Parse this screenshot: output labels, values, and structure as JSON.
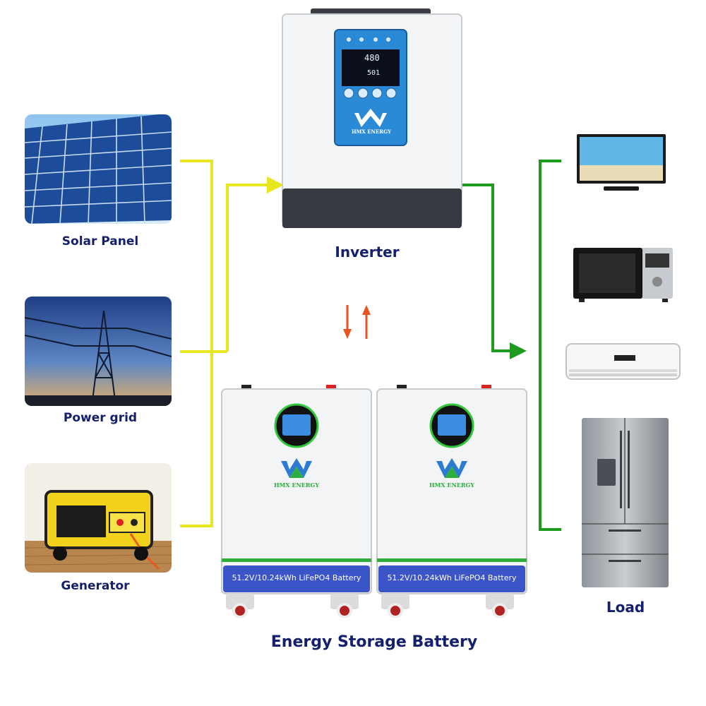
{
  "sources": [
    {
      "label": "Solar Panel"
    },
    {
      "label": "Power grid"
    },
    {
      "label": "Generator"
    }
  ],
  "inverter": {
    "label": "Inverter",
    "brand": "HMX ENERGY",
    "display_reading": "480",
    "display_reading2": "501"
  },
  "batteries": {
    "label": "Energy Storage Battery",
    "units": [
      {
        "brand": "HMX ENERGY",
        "spec": "51.2V/10.24kWh LiFePO4 Battery"
      },
      {
        "brand": "HMX ENERGY",
        "spec": "51.2V/10.24kWh LiFePO4 Battery"
      }
    ]
  },
  "loads": {
    "label": "Load",
    "items": [
      "tv-icon",
      "microwave-icon",
      "air-conditioner-icon",
      "refrigerator-icon"
    ]
  },
  "colors": {
    "source_line": "#e8e61c",
    "load_line": "#1e9a1e",
    "battery_flow": "#e8531e",
    "label_text": "#14206e",
    "battery_band": "#3b55c8",
    "battery_stripe": "#2eae3c",
    "screen_blue": "#2b8ad6"
  }
}
